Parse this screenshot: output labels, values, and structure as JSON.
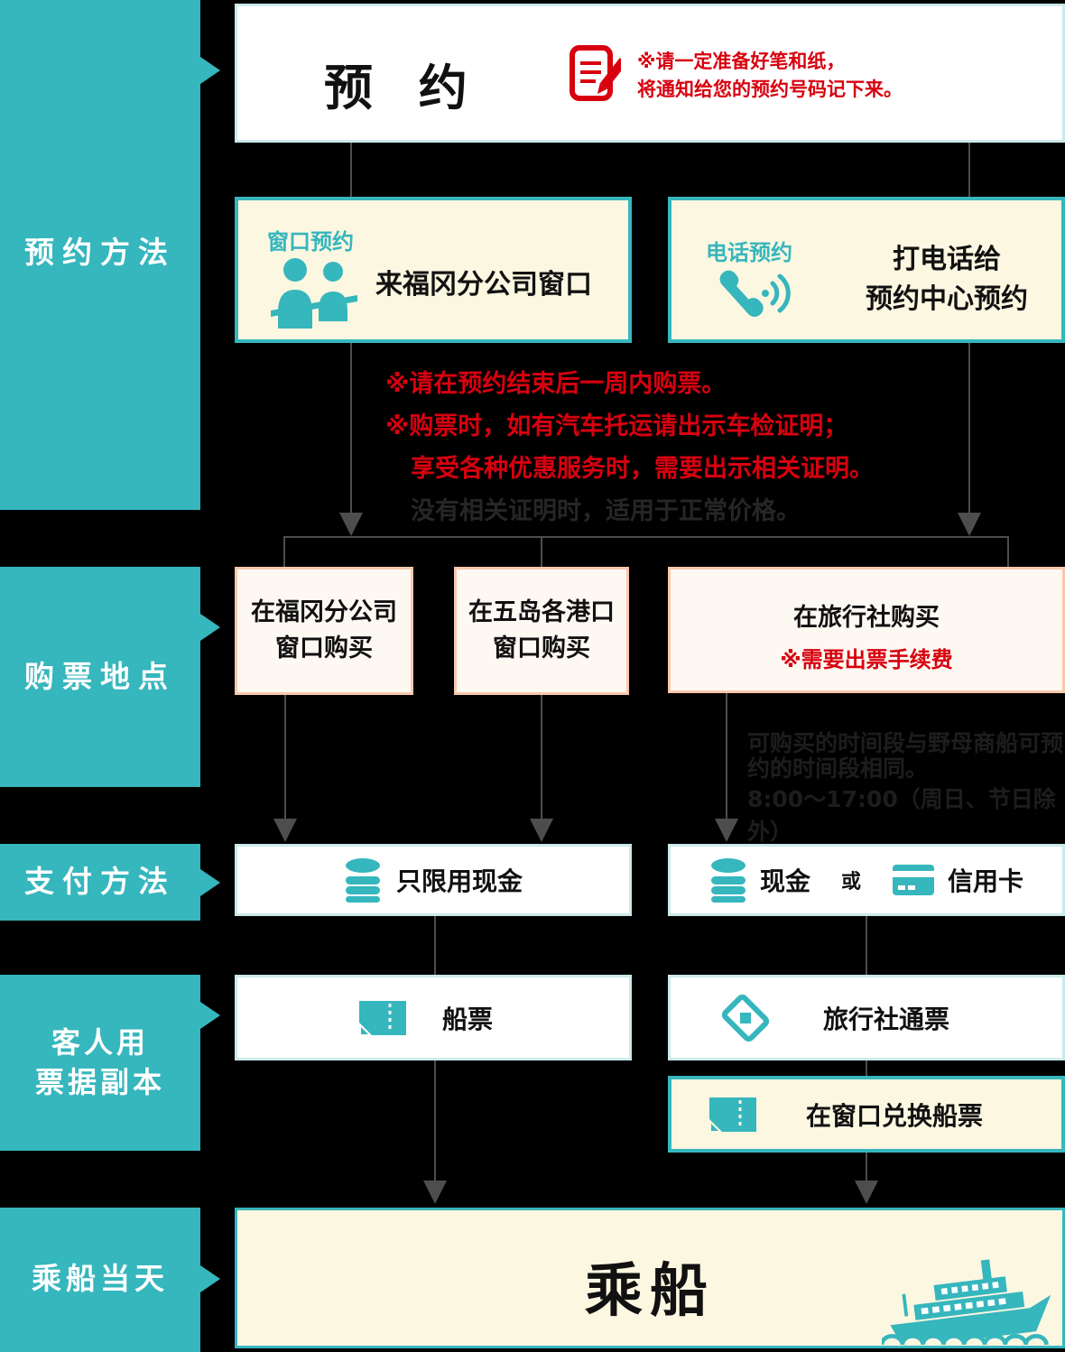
{
  "colors": {
    "teal": "#36b6bd",
    "cream": "#fcf7e1",
    "red": "#d8000f",
    "salmon_border": "#f9c8ac",
    "pale_teal_border": "#cbe9ea",
    "connector_gray": "#4d4d4d",
    "background": "#000000"
  },
  "icons": {
    "memo": "memo-pencil-icon",
    "counter": "counter-staff-icon",
    "phone": "phone-handset-icon",
    "coins": "coin-stack-icon",
    "card": "credit-card-icon",
    "ticket": "ticket-icon",
    "voucher": "voucher-ticket-icon",
    "ship": "ferry-ship-icon"
  },
  "sidebar": {
    "reservation_method": "预约方法",
    "purchase_location": "购票地点",
    "payment_method": "支付方法",
    "ticket_copy": {
      "line1": "客人用",
      "line2": "票据副本"
    },
    "boarding_day": "乘船当天"
  },
  "reservation": {
    "title": "预 约",
    "note": {
      "line1": "※请一定准备好笔和纸，",
      "line2": "将通知给您的预约号码记下来。"
    },
    "window": {
      "badge": "窗口预约",
      "text": "来福冈分公司窗口"
    },
    "phone": {
      "badge": "电话预约",
      "line1": "打电话给",
      "line2": "预约中心预约"
    }
  },
  "purchase_notes": {
    "line1": "※请在预约结束后一周内购票。",
    "line2": "※购票时，如有汽车托运请出示车检证明；",
    "line3": "享受各种优惠服务时，需要出示相关证明。",
    "line4": "没有相关证明时，适用于正常价格。"
  },
  "purchase": {
    "fukuoka": {
      "line1": "在福冈分公司",
      "line2": "窗口购买"
    },
    "goto": {
      "line1": "在五岛各港口",
      "line2": "窗口购买"
    },
    "agency": {
      "title": "在旅行社购买",
      "fee_note": "※需要出票手续费",
      "hidden": {
        "line1": "可购买的时间段与野母商船可预",
        "line2": "约的时间段相同。",
        "line3": "8:00～17:00（周日、节日除外）"
      }
    }
  },
  "payment": {
    "cash_only": "只限用现金",
    "cash": "现金",
    "or": "或",
    "credit_card": "信用卡"
  },
  "tickets": {
    "ferry": "船票",
    "agency_pass": "旅行社通票",
    "exchange": "在窗口兑换船票"
  },
  "boarding": {
    "title": "乘船"
  }
}
